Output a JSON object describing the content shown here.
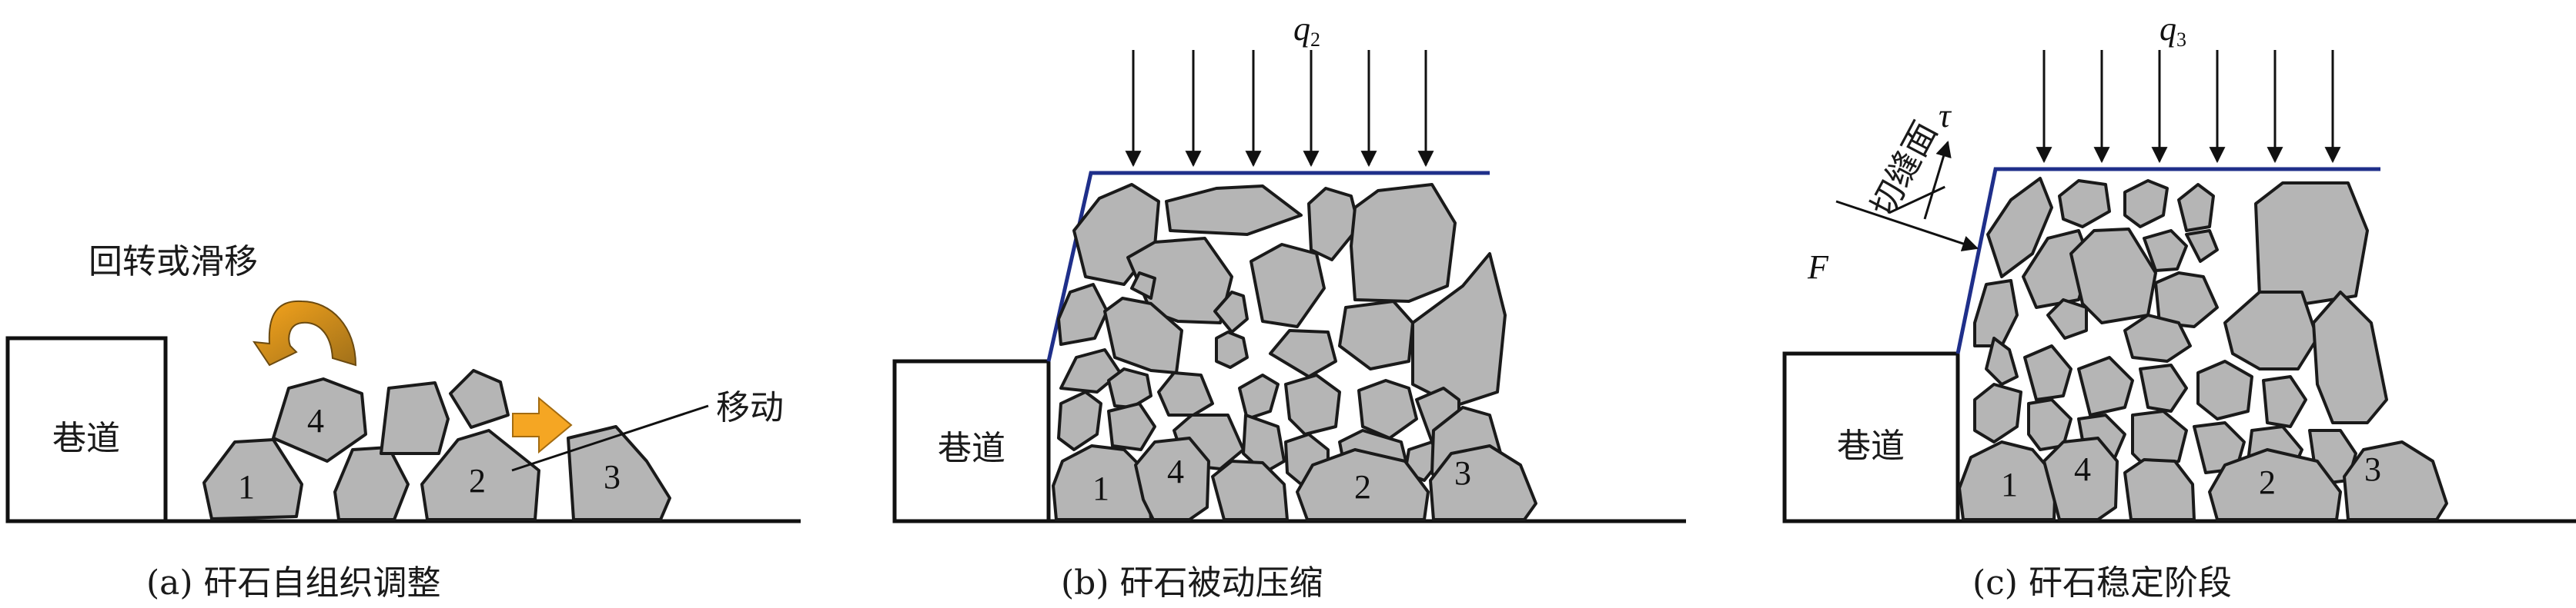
{
  "panel_a": {
    "roadway_label": "巷道",
    "rotation_label": "回转或滑移",
    "move_label": "移动",
    "block_numbers": [
      "1",
      "4",
      "2",
      "3"
    ],
    "caption": "(a) 矸石自组织调整"
  },
  "panel_b": {
    "roadway_label": "巷道",
    "load_symbol": "q",
    "load_subscript": "2",
    "block_numbers": [
      "1",
      "4",
      "2",
      "3"
    ],
    "caption": "(b) 矸石被动压缩"
  },
  "panel_c": {
    "roadway_label": "巷道",
    "load_symbol": "q",
    "load_subscript": "3",
    "cut_label": "切缝面",
    "tau_label": "τ",
    "force_label": "F",
    "block_numbers": [
      "1",
      "4",
      "2",
      "3"
    ],
    "caption": "(c) 矸石稳定阶段"
  },
  "colors": {
    "rock_fill": "#b5b5b5",
    "orange_arrow": "#f5a623",
    "roof_line": "#1f2f8a"
  }
}
